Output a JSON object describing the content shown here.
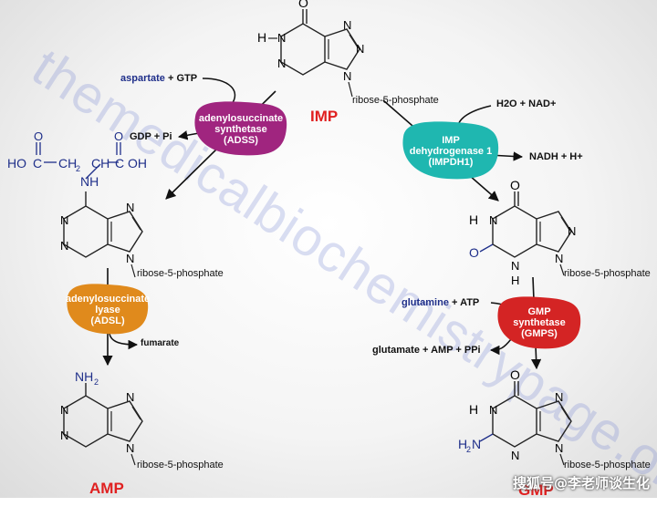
{
  "watermark": "themedicalbiochemistrypage.org",
  "credit": "搜狐号@李老师谈生化",
  "molecules": {
    "imp": {
      "name": "IMP",
      "substituent": "ribose-5-phosphate"
    },
    "adenylosuccinate": {
      "substituent": "ribose-5-phosphate",
      "side_chain": "HO C CH2 CH C OH"
    },
    "amp": {
      "name": "AMP",
      "substituent": "ribose-5-phosphate",
      "group": "NH2"
    },
    "xmp": {
      "substituent": "ribose-5-phosphate"
    },
    "gmp": {
      "name": "GMP",
      "substituent": "ribose-5-phosphate",
      "group": "H2N"
    }
  },
  "enzymes": {
    "adss": {
      "line1": "adenylosuccinate",
      "line2": "synthetase",
      "line3": "(ADSS)",
      "color": "#a0257f"
    },
    "adsl": {
      "line1": "adenylosuccinate",
      "line2": "lyase",
      "line3": "(ADSL)",
      "color": "#e08a1c"
    },
    "impdh": {
      "line1": "IMP",
      "line2": "dehydrogenase 1",
      "line3": "(IMPDH1)",
      "color": "#1fb7b0"
    },
    "gmps": {
      "line1": "GMP",
      "line2": "synthetase",
      "line3": "(GMPS)",
      "color": "#d42424"
    }
  },
  "reagents": {
    "aspartate": "aspartate",
    "gtp": "+ GTP",
    "gdp_pi": "GDP + Pi",
    "fumarate": "fumarate",
    "h2o_nad": "H2O + NAD+",
    "nadh": "NADH + H+",
    "glutamine": "glutamine",
    "atp": "+ ATP",
    "products_gmps": "glutamate + AMP + PPi"
  }
}
